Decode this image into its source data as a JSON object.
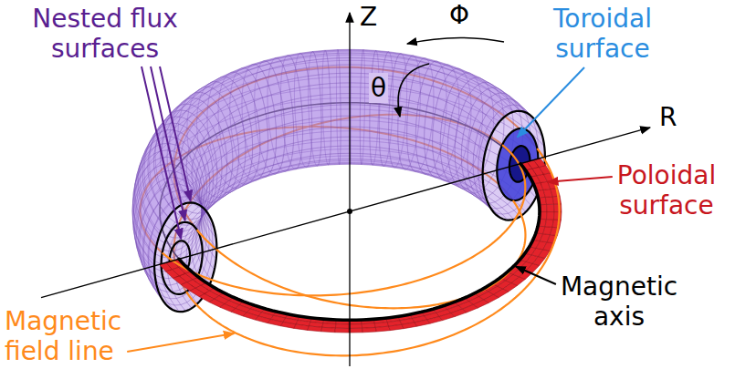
{
  "diagram": {
    "labels": [
      "Nested flux surfaces",
      "Z",
      "Φ",
      "Toroidal surface",
      "θ",
      "R",
      "Poloidal surface",
      "Magnetic field line",
      "Magnetic axis"
    ]
  }
}
